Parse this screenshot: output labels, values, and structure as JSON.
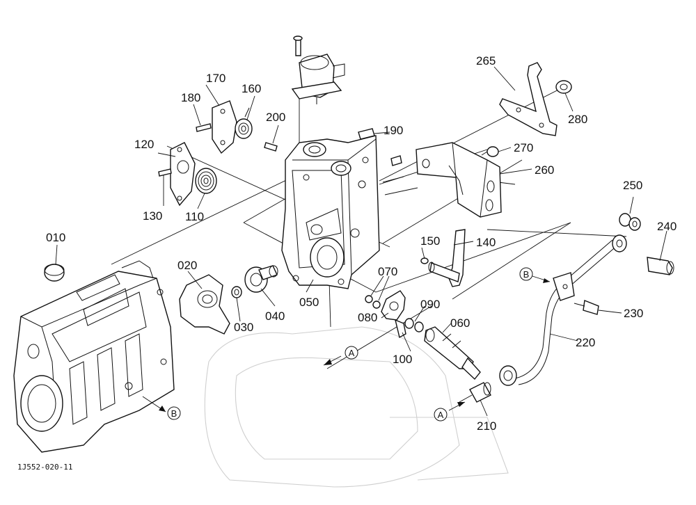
{
  "diagram": {
    "drawing_code": "1J552-020-11",
    "reference_markers": [
      "A",
      "B"
    ],
    "part_numbers": [
      "010",
      "020",
      "030",
      "040",
      "050",
      "060",
      "070",
      "080",
      "090",
      "100",
      "110",
      "120",
      "130",
      "140",
      "150",
      "160",
      "170",
      "180",
      "190",
      "200",
      "210",
      "220",
      "230",
      "240",
      "250",
      "260",
      "265",
      "270",
      "280"
    ]
  }
}
